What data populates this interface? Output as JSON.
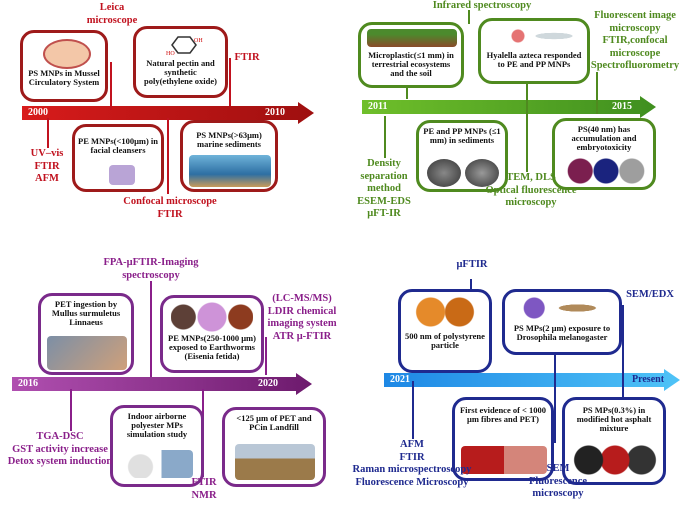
{
  "colors": {
    "red": "#c1121f",
    "green": "#4f8a1f",
    "purple": "#8a1f8a",
    "blue": "#1f2a8f"
  },
  "panel1": {
    "start_year": "2000",
    "end_year": "2010",
    "boxes": [
      {
        "text": "PS MNPs in  Mussel Circulatory System"
      },
      {
        "text": "Natural pectin and synthetic poly(ethylene oxide)"
      },
      {
        "text": "PE MNPs(<100μm) in facial cleansers"
      },
      {
        "text": "PS MNPs(>63μm) marine sediments"
      }
    ],
    "labels": {
      "leica": "Leica microscope",
      "ftir_top": "FTIR",
      "uv": "UV–vis\nFTIR\nAFM",
      "confocal": "Confocal microscope\nFTIR"
    }
  },
  "panel2": {
    "start_year": "2011",
    "end_year": "2015",
    "boxes": [
      {
        "text": "Microplastic(≤1 mm) in terrestrial ecosystems and the soil"
      },
      {
        "text": "Hyalella azteca responded to PE and PP MNPs"
      },
      {
        "text": "PE and PP MNPs (≤1 mm) in sediments"
      },
      {
        "text": "PS(40 nm) has accumulation and embryotoxicity"
      }
    ],
    "labels": {
      "infrared": "Infrared spectroscopy",
      "fluor": "Fluorescent image microscopy\nFTIR,confocal microscope\nSpectrofluorometry",
      "density": "Density separation method\nESEM-EDS\nμFT-IR",
      "tem": "TEM, DLS\nOptical fluorescence microscopy"
    }
  },
  "panel3": {
    "start_year": "2016",
    "end_year": "2020",
    "boxes": [
      {
        "text": "PET ingestion by Mullus surmuletus Linnaeus"
      },
      {
        "text": "PE MNPs(250-1000 μm) exposed to Earthworms (Eisenia fetida)"
      },
      {
        "text": "Indoor airborne polyester MPs simulation study"
      },
      {
        "text": "<125 μm of PET and PCin Landfill"
      }
    ],
    "labels": {
      "fpa": "FPA-μFTIR-Imaging spectroscopy",
      "lcms": "(LC-MS/MS)\nLDIR chemical imaging system\nATR μ-FTIR",
      "tga": "TGA-DSC\nGST activity increase\nDetox system induction",
      "ftirnmr": "FTIR\nNMR"
    }
  },
  "panel4": {
    "start_year": "2021",
    "end_year": "Present",
    "boxes": [
      {
        "text": "500 nm of polystyrene particle"
      },
      {
        "text": "PS MPs(2 μm) exposure to Drosophila melanogaster"
      },
      {
        "text": "First evidence of < 1000 μm fibres and PET)"
      },
      {
        "text": "PS MPs(0.3%) in modified hot asphalt mixture"
      }
    ],
    "labels": {
      "ufTIR": "μFTIR",
      "sem_edx": "SEM/EDX",
      "afm": "AFM\nFTIR\nRaman microspectroscopy\nFluorescence Microscopy",
      "sem": "SEM\nFluorescence microscopy"
    }
  }
}
